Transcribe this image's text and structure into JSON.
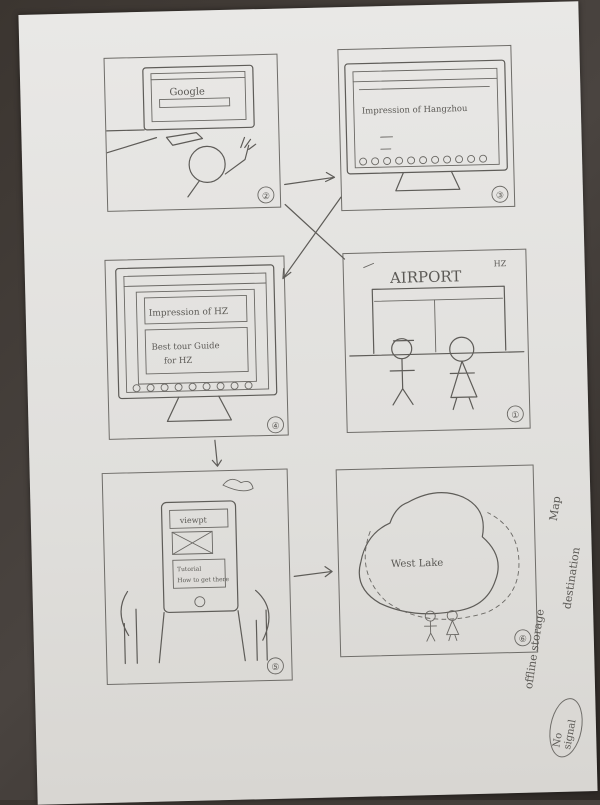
{
  "panel_2": {
    "screen_text": "Google",
    "number": "②"
  },
  "panel_3": {
    "screen_text": "Impression of Hangzhou",
    "number": "③"
  },
  "panel_4": {
    "title": "Impression of HZ",
    "subtitle_line1": "Best tour Guide",
    "subtitle_line2": "for HZ",
    "number": "④"
  },
  "panel_1": {
    "sign": "AIRPORT",
    "corner": "HZ",
    "number": "①"
  },
  "panel_5": {
    "phone_label": "viewpt",
    "button_line1": "Tutorial",
    "button_line2": "How to get there",
    "number": "⑤"
  },
  "panel_6": {
    "lake": "West Lake",
    "number": "⑥"
  },
  "side_notes": {
    "map": "Map",
    "destination": "destination",
    "offline": "offline storage",
    "no_signal": "No signal"
  }
}
